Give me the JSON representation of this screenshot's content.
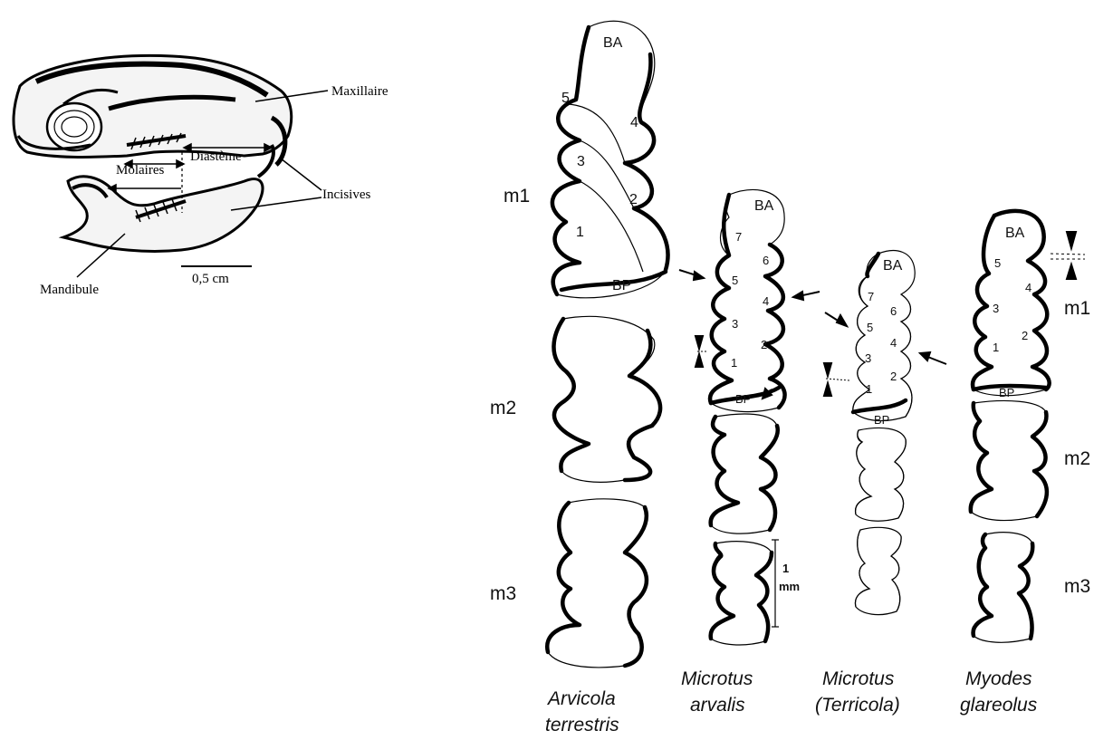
{
  "skull": {
    "labels": {
      "maxillaire": "Maxillaire",
      "molaires": "Molaires",
      "diasteme": "Diastème",
      "incisives": "Incisives",
      "mandibule": "Mandibule"
    },
    "scale_bar": "0,5 cm"
  },
  "rows": {
    "left": [
      "m1",
      "m2",
      "m3"
    ],
    "right": [
      "m1",
      "m2",
      "m3"
    ]
  },
  "cusps": {
    "ba": "BA",
    "bp": "BP",
    "arvicola": [
      "1",
      "2",
      "3",
      "4",
      "5"
    ],
    "microtus_arvalis": [
      "1",
      "2",
      "3",
      "4",
      "5",
      "6",
      "7"
    ],
    "terricola": [
      "1",
      "2",
      "3",
      "4",
      "5",
      "6",
      "7"
    ],
    "myodes": [
      "1",
      "2",
      "3",
      "4",
      "5"
    ]
  },
  "scale_tooth": {
    "value": "1",
    "unit": "mm"
  },
  "species": [
    {
      "line1": "Arvicola",
      "line2": "terrestris"
    },
    {
      "line1": "Microtus",
      "line2": "arvalis"
    },
    {
      "line1": "Microtus",
      "line2": "(Terricola)"
    },
    {
      "line1": "Myodes",
      "line2": "glareolus"
    }
  ]
}
